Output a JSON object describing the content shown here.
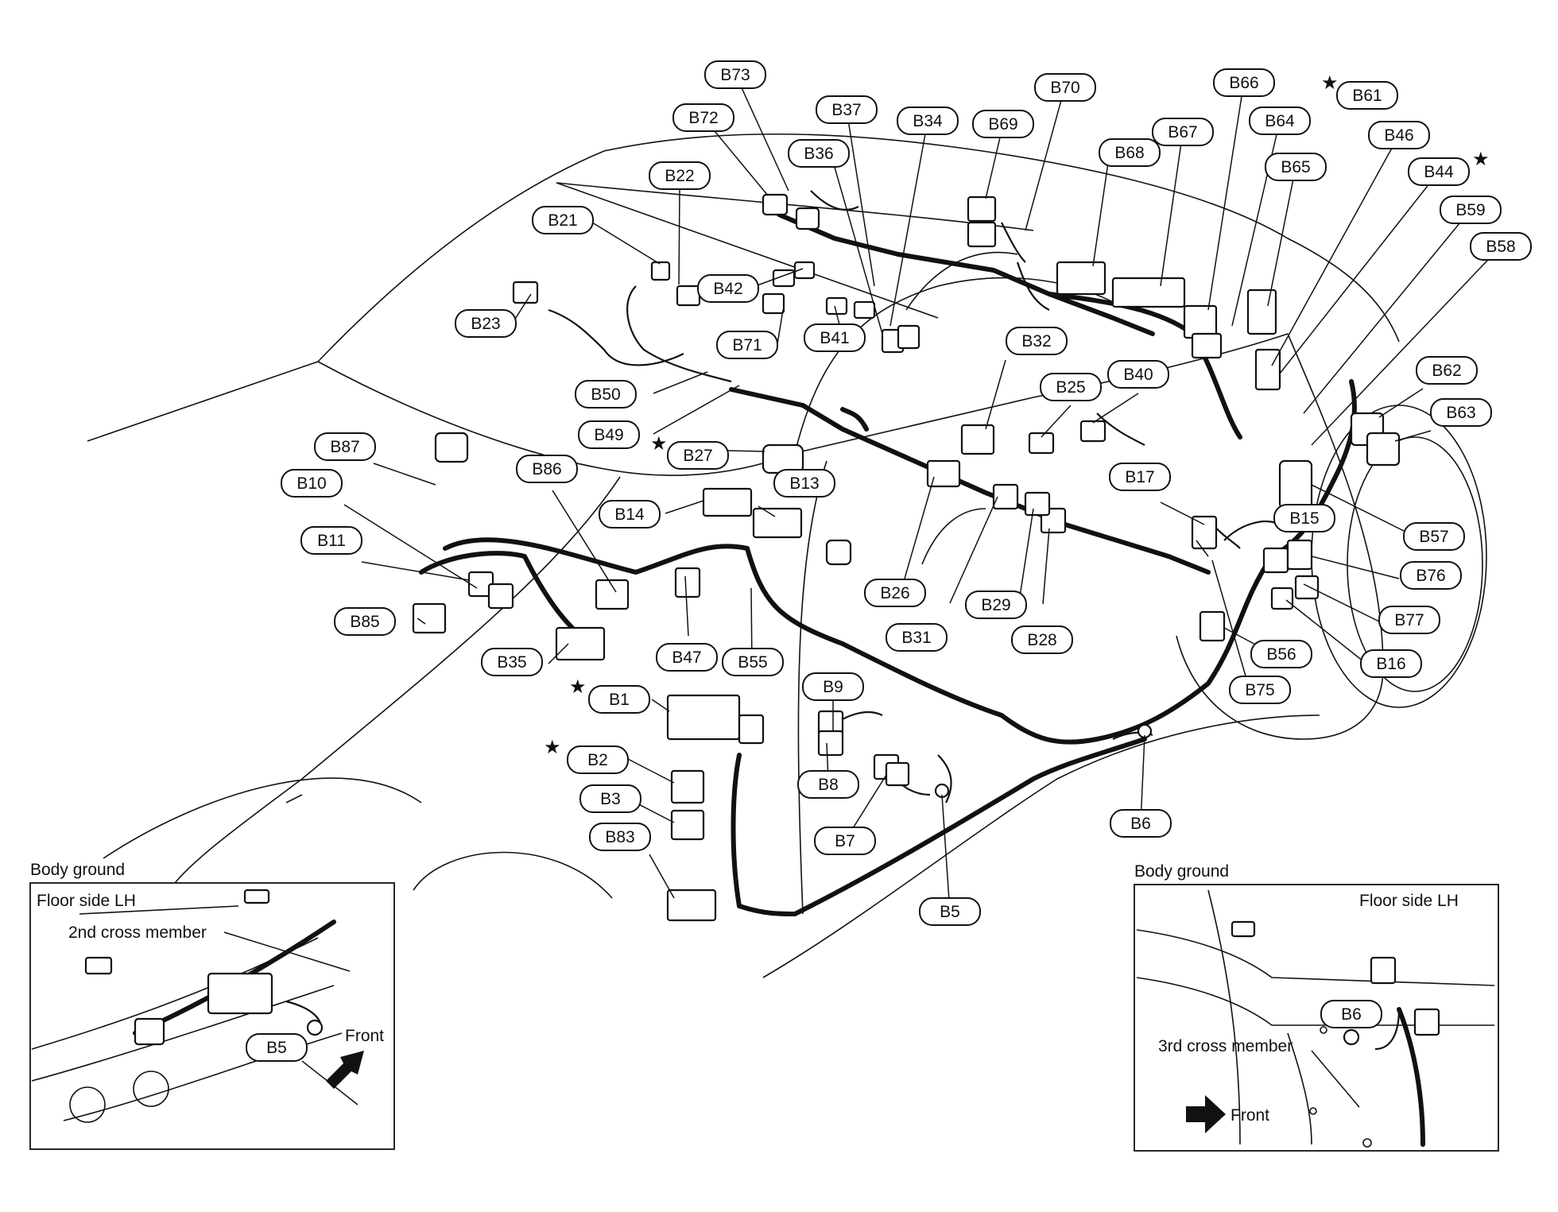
{
  "labels": [
    "B73",
    "B72",
    "B37",
    "B34",
    "B69",
    "B70",
    "B66",
    "B67",
    "B64",
    "B61",
    "B36",
    "B68",
    "B65",
    "B46",
    "B44",
    "B59",
    "B58",
    "B22",
    "B21",
    "B42",
    "B41",
    "B71",
    "B23",
    "B50",
    "B49",
    "B32",
    "B25",
    "B40",
    "B62",
    "B63",
    "B27",
    "B87",
    "B86",
    "B13",
    "B14",
    "B10",
    "B11",
    "B85",
    "B35",
    "B47",
    "B55",
    "B26",
    "B31",
    "B29",
    "B28",
    "B17",
    "B15",
    "B57",
    "B76",
    "B77",
    "B16",
    "B56",
    "B75",
    "B1",
    "B2",
    "B3",
    "B83",
    "B9",
    "B8",
    "B7",
    "B6",
    "B5"
  ],
  "starred": [
    "B61",
    "B44",
    "B27",
    "B1",
    "B2"
  ],
  "inset_left": {
    "title": "Body ground",
    "subtitle": "Floor side LH",
    "member_label": "2nd cross member",
    "connector_label": "B5",
    "direction_label": "Front"
  },
  "inset_right": {
    "title": "Body ground",
    "subtitle": "Floor side LH",
    "member_label": "3rd cross member",
    "connector_label": "B6",
    "direction_label": "Front"
  },
  "icons": [
    "star-icon",
    "front-arrow-icon",
    "ground-terminal-icon"
  ]
}
